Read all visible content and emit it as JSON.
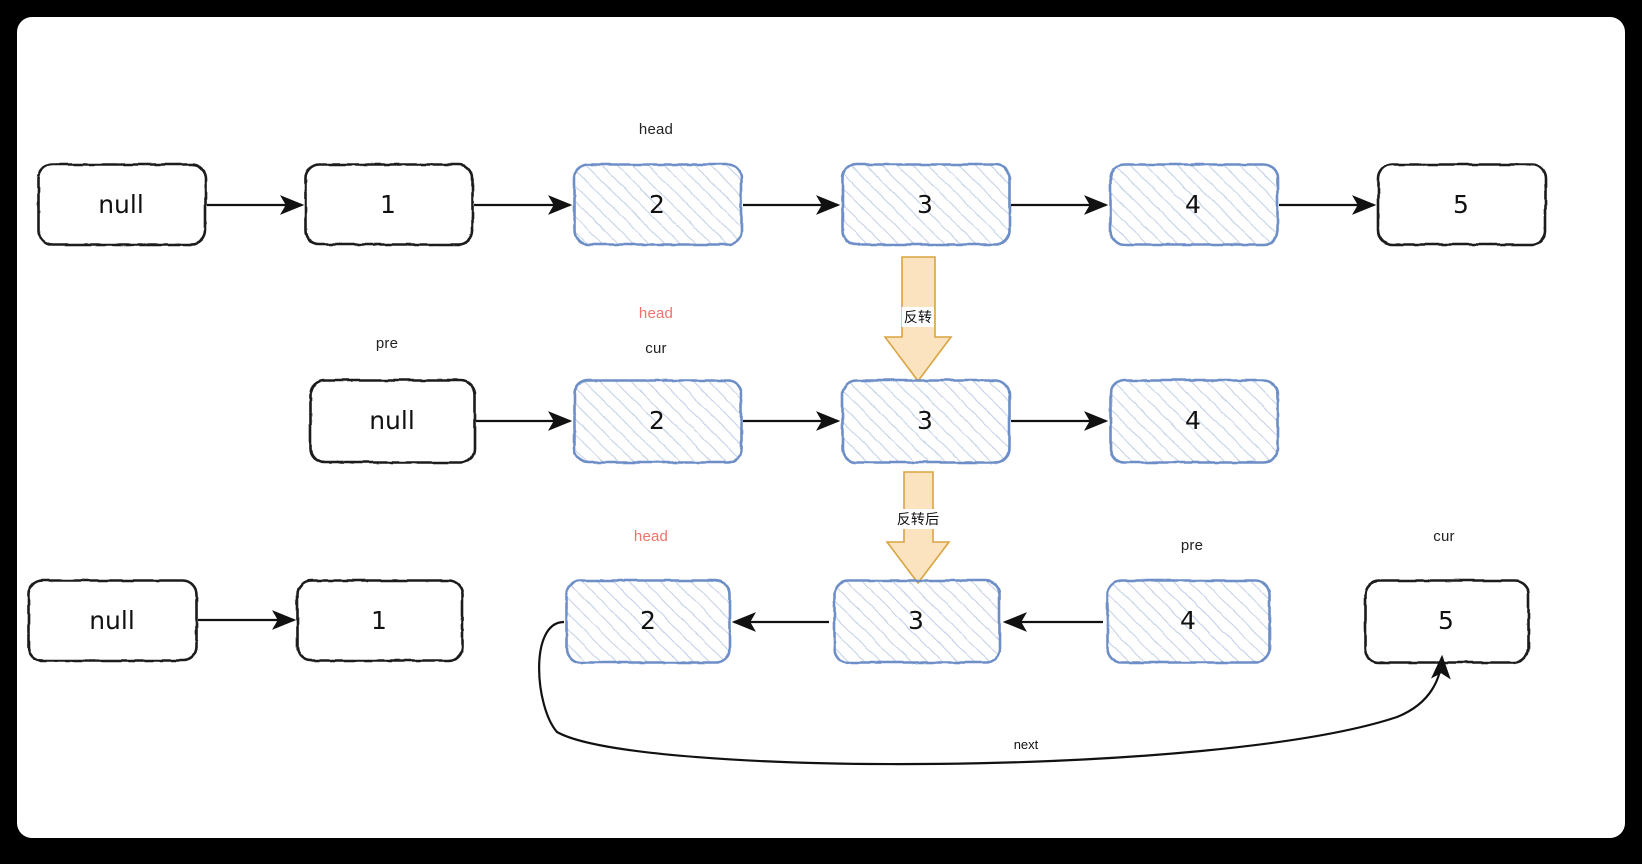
{
  "diagram": {
    "title": "Linked list reversal (head insertion) walkthrough",
    "colors": {
      "page_border": "#000000",
      "canvas": "#ffffff",
      "stroke_black": "#1a1a1a",
      "highlight_stroke": "#6d8ec7",
      "highlight_fill": "#f3f6fb",
      "hatch": "#c3d0e6",
      "label_red": "#f0726c",
      "orange_arrow_fill": "#fbe3c0",
      "orange_arrow_stroke": "#d9a441"
    },
    "rows": [
      {
        "id": "row-before",
        "nodes": [
          {
            "value": "null",
            "style": "plain"
          },
          {
            "value": "1",
            "style": "plain"
          },
          {
            "value": "2",
            "style": "highlight"
          },
          {
            "value": "3",
            "style": "highlight"
          },
          {
            "value": "4",
            "style": "highlight"
          },
          {
            "value": "5",
            "style": "plain"
          }
        ],
        "pointers": [
          {
            "label": "head",
            "color": "black",
            "target": "2"
          }
        ]
      },
      {
        "id": "row-during",
        "nodes": [
          {
            "value": "null",
            "style": "plain"
          },
          {
            "value": "2",
            "style": "highlight"
          },
          {
            "value": "3",
            "style": "highlight"
          },
          {
            "value": "4",
            "style": "highlight"
          }
        ],
        "pointers": [
          {
            "label": "pre",
            "color": "black",
            "target": "null"
          },
          {
            "label": "head",
            "color": "red",
            "target": "2"
          },
          {
            "label": "cur",
            "color": "black",
            "target": "2"
          }
        ]
      },
      {
        "id": "row-after",
        "nodes": [
          {
            "value": "null",
            "style": "plain"
          },
          {
            "value": "1",
            "style": "plain"
          },
          {
            "value": "2",
            "style": "highlight"
          },
          {
            "value": "3",
            "style": "highlight"
          },
          {
            "value": "4",
            "style": "highlight"
          },
          {
            "value": "5",
            "style": "plain"
          }
        ],
        "pointers": [
          {
            "label": "head",
            "color": "red",
            "target": "2"
          },
          {
            "label": "pre",
            "color": "black",
            "target": "4"
          },
          {
            "label": "cur",
            "color": "black",
            "target": "5"
          }
        ],
        "curved_edge_label": "next"
      }
    ],
    "transitions": [
      {
        "id": "t1",
        "label": "反转"
      },
      {
        "id": "t2",
        "label": "反转后"
      }
    ]
  }
}
